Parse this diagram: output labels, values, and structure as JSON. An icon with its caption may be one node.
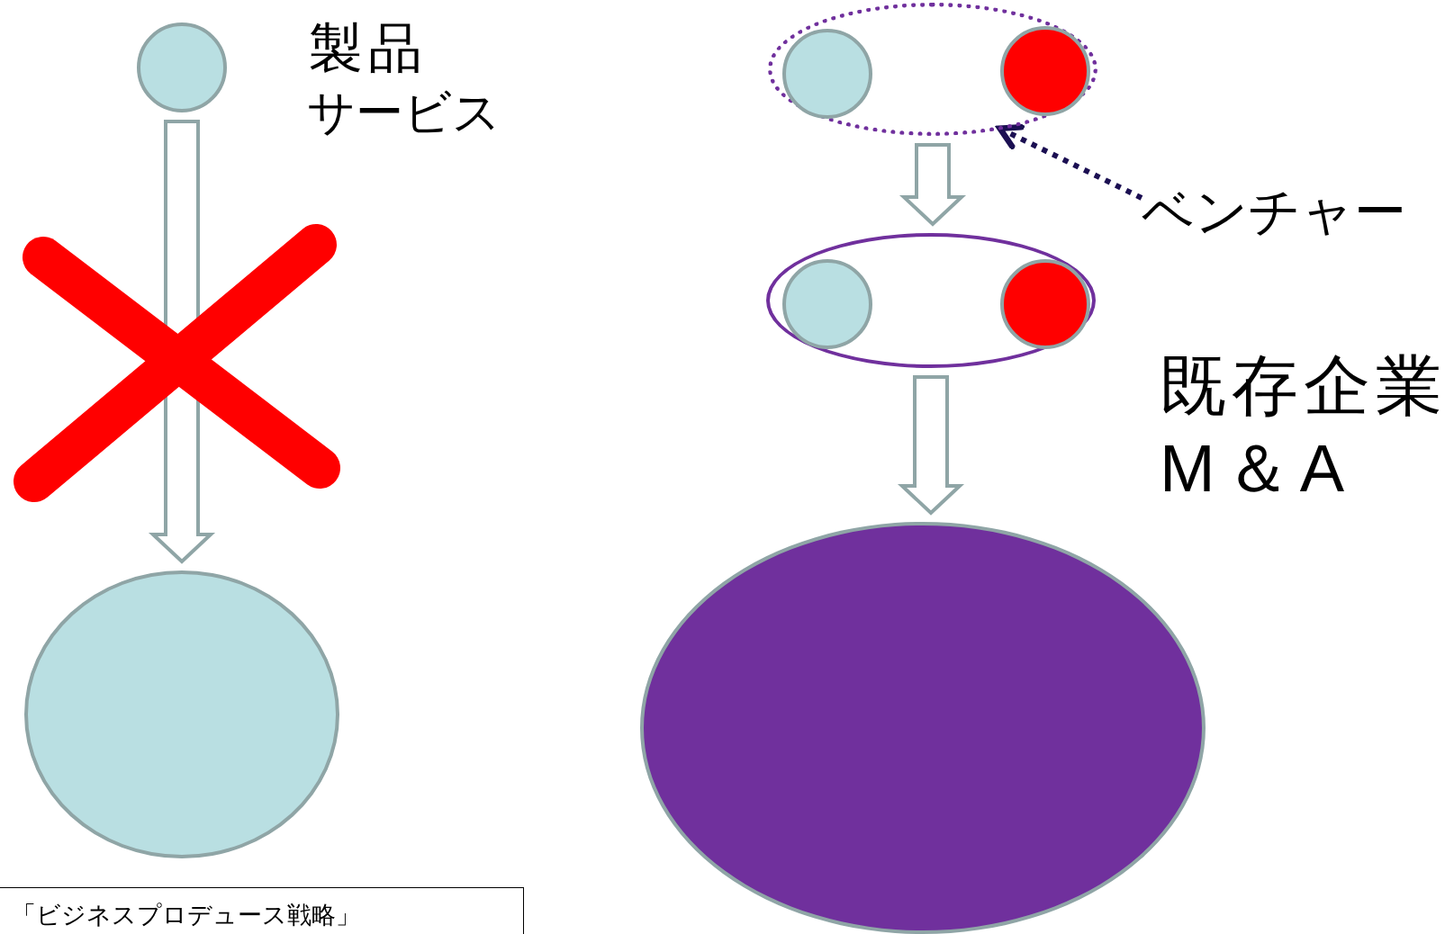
{
  "diagram": {
    "nodes": [
      {
        "text": [],
        "shape": "circle",
        "beside": [
          "製品",
          "サービス"
        ]
      },
      {
        "text": [],
        "shape": "ellipse"
      },
      {
        "text": [],
        "shape": "ellipse"
      },
      {
        "text": [],
        "shape": "circle",
        "in": 2
      },
      {
        "text": [],
        "shape": "circle",
        "in": 2
      },
      {
        "text": [],
        "shape": "ellipse",
        "beside": [
          "既存企業",
          "M＆A"
        ]
      },
      {
        "text": [],
        "shape": "circle",
        "in": 5
      },
      {
        "text": [],
        "shape": "circle",
        "in": 5
      },
      {
        "text": [],
        "shape": "ellipse"
      },
      {
        "text": [
          "ベンチャー"
        ]
      }
    ],
    "edges": [
      {
        "from": 0,
        "to": 1,
        "arrow": "to"
      },
      {
        "from": 2,
        "to": 5,
        "arrow": "to"
      },
      {
        "from": 5,
        "to": 8,
        "arrow": "to"
      },
      {
        "from": 9,
        "to": 2,
        "arrow": "to",
        "style": "dashed",
        "color": "#1b0f52"
      }
    ],
    "labels": [
      "「ビジネスプロデュース戦略」"
    ]
  }
}
